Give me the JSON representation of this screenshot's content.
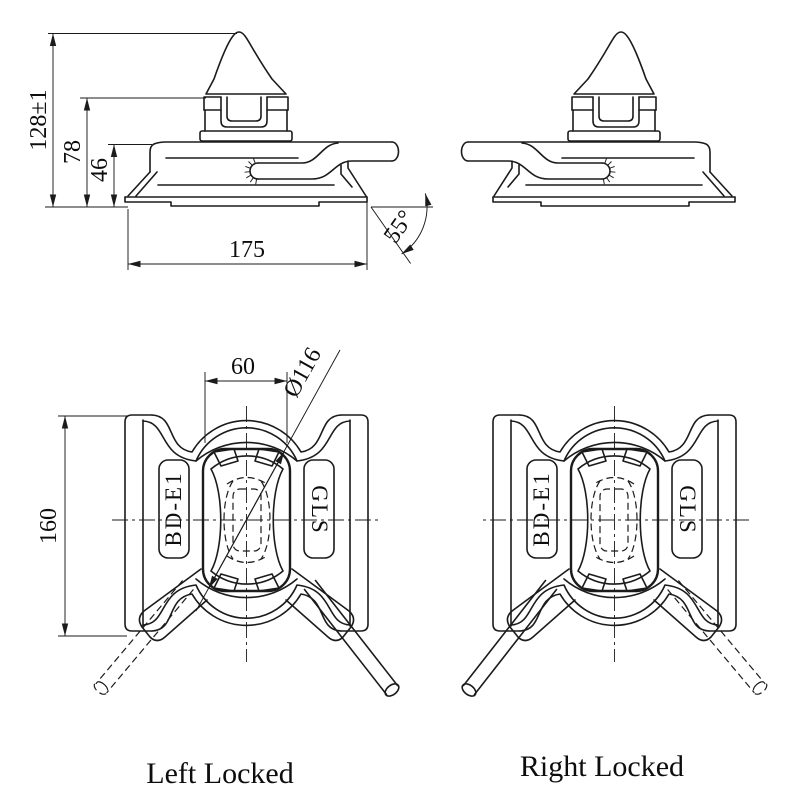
{
  "colors": {
    "line": "#1b1b1b",
    "background": "#ffffff",
    "text": "#0d0d0d"
  },
  "side_view": {
    "overall_height": "128±1",
    "height_to_handle_top": "78",
    "height_to_plate": "46",
    "base_width": "175",
    "handle_angle": "55°"
  },
  "top_view": {
    "opening_width": "60",
    "boss_diameter": "Ø116",
    "body_length": "160",
    "left_plate_label": "BD-E1",
    "right_plate_label": "GLS"
  },
  "captions": {
    "left": "Left Locked",
    "right": "Right Locked"
  }
}
